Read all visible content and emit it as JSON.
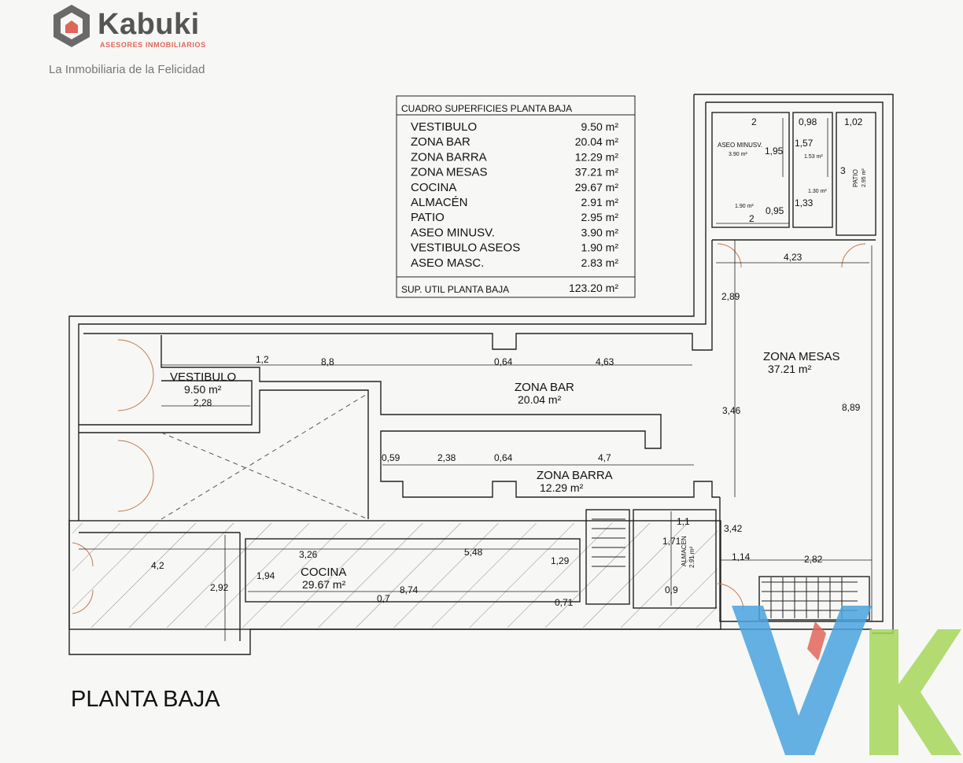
{
  "brand": {
    "name": "Kabuki",
    "subtitle": "ASESORES INMOBILIARIOS",
    "tagline": "La Inmobiliaria de la Felicidad"
  },
  "table": {
    "title": "CUADRO SUPERFICIES PLANTA BAJA",
    "rows": [
      {
        "label": "VESTIBULO",
        "value": "9.50 m²"
      },
      {
        "label": "ZONA BAR",
        "value": "20.04 m²"
      },
      {
        "label": "ZONA BARRA",
        "value": "12.29 m²"
      },
      {
        "label": "ZONA MESAS",
        "value": "37.21 m²"
      },
      {
        "label": "COCINA",
        "value": "29.67 m²"
      },
      {
        "label": "ALMACÉN",
        "value": "2.91 m²"
      },
      {
        "label": "PATIO",
        "value": "2.95 m²"
      },
      {
        "label": "ASEO MINUSV.",
        "value": "3.90 m²"
      },
      {
        "label": "VESTIBULO ASEOS",
        "value": "1.90 m²"
      },
      {
        "label": "ASEO MASC.",
        "value": "2.83 m²"
      }
    ],
    "total_label": "SUP. UTIL PLANTA BAJA",
    "total_value": "123.20 m²"
  },
  "rooms": {
    "vestibulo": {
      "name": "VESTIBULO",
      "area": "9.50 m²"
    },
    "zona_bar": {
      "name": "ZONA BAR",
      "area": "20.04 m²"
    },
    "zona_barra": {
      "name": "ZONA BARRA",
      "area": "12.29 m²"
    },
    "zona_mesas": {
      "name": "ZONA MESAS",
      "area": "37.21 m²"
    },
    "cocina": {
      "name": "COCINA",
      "area": "29.67 m²"
    },
    "almacen": {
      "name": "ALMACEN",
      "area": "2.91 m²"
    },
    "aseo_minusv": {
      "name": "ASEO MINUSV.",
      "area": "3.90 m²"
    },
    "patio": {
      "name": "PATIO",
      "area": "2.95 m²"
    },
    "aseo_small": {
      "area": "1.53 m²"
    },
    "aseo_small2": {
      "area": "1.30 m²"
    },
    "vest_aseos": {
      "area": "1.90 m²"
    }
  },
  "dims": {
    "d_2": "2",
    "d_098": "0,98",
    "d_102": "1,02",
    "d_195": "1,95",
    "d_157": "1,57",
    "d_3": "3",
    "d_133": "1,33",
    "d_095": "0,95",
    "d_2b": "2",
    "d_423": "4,23",
    "d_289": "2,89",
    "d_12": "1,2",
    "d_88": "8,8",
    "d_064a": "0,64",
    "d_463": "4,63",
    "d_228": "2,28",
    "d_346": "3,46",
    "d_889": "8,89",
    "d_059": "0,59",
    "d_238": "2,38",
    "d_064b": "0,64",
    "d_47": "4,7",
    "d_11": "1,1",
    "d_171": "1,71",
    "d_342": "3,42",
    "d_114": "1,14",
    "d_282": "2,82",
    "d_09": "0,9",
    "d_42": "4,2",
    "d_292": "2,92",
    "d_194": "1,94",
    "d_326": "3,26",
    "d_548": "5,48",
    "d_129": "1,29",
    "d_874": "8,74",
    "d_07": "0,7",
    "d_071": "0,71"
  },
  "plan_title": "PLANTA BAJA",
  "colors": {
    "brand_red": "#e0665a",
    "watermark_blue": "#4aa3df",
    "watermark_green": "#a6d65a",
    "line": "#222222"
  }
}
